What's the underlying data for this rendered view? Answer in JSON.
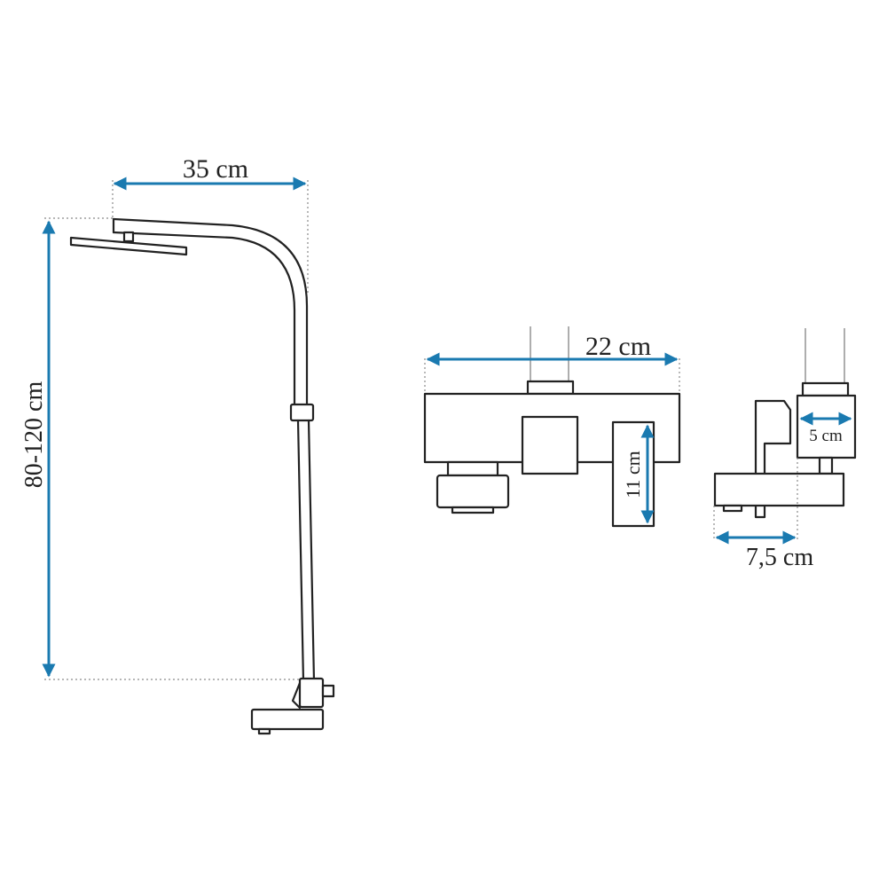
{
  "colors": {
    "dimension": "#1a7ab0",
    "outline": "#222222",
    "guide": "#8a8a8a",
    "background": "#ffffff"
  },
  "dimensions": {
    "shower_width": "35 cm",
    "shower_height": "80-120 cm",
    "mixer_width": "22 cm",
    "mixer_handle_height": "11 cm",
    "side_block_width": "5 cm",
    "side_depth": "7,5 cm"
  }
}
